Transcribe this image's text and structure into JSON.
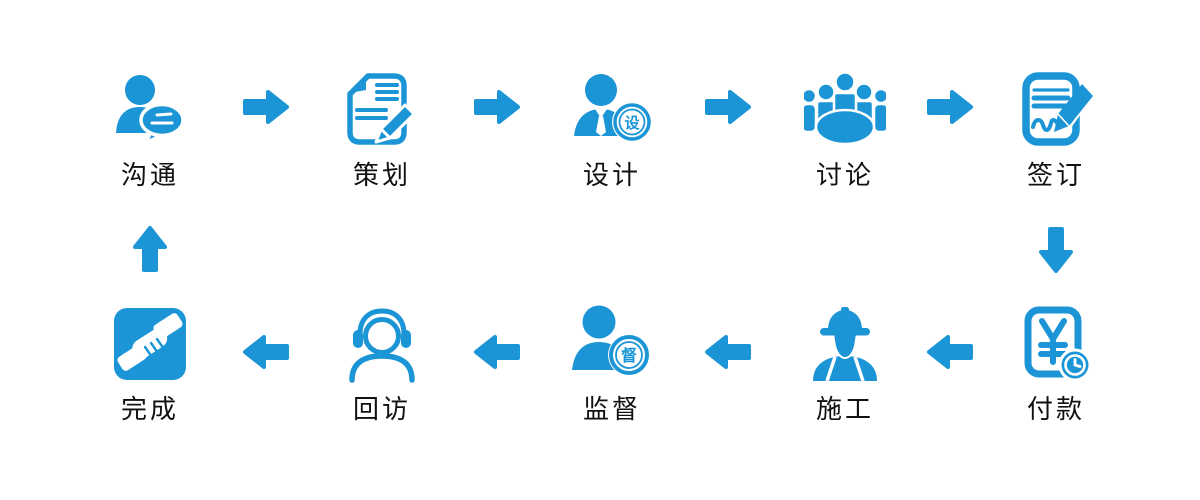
{
  "diagram": {
    "type": "process-flow",
    "colors": {
      "primary": "#1b95d6",
      "label_text": "#111111",
      "background": "#ffffff",
      "icon_contrast": "#ffffff"
    },
    "steps": [
      {
        "order": 1,
        "label": "沟通",
        "icon": "communication-icon"
      },
      {
        "order": 2,
        "label": "策划",
        "icon": "planning-icon"
      },
      {
        "order": 3,
        "label": "设计",
        "icon": "design-icon",
        "badge": "设"
      },
      {
        "order": 4,
        "label": "讨论",
        "icon": "discussion-icon"
      },
      {
        "order": 5,
        "label": "签订",
        "icon": "contract-sign-icon"
      },
      {
        "order": 6,
        "label": "付款",
        "icon": "payment-icon",
        "symbol": "¥"
      },
      {
        "order": 7,
        "label": "施工",
        "icon": "construction-icon"
      },
      {
        "order": 8,
        "label": "监督",
        "icon": "supervision-icon",
        "badge": "督"
      },
      {
        "order": 9,
        "label": "回访",
        "icon": "follow-up-icon"
      },
      {
        "order": 10,
        "label": "完成",
        "icon": "completion-icon"
      }
    ],
    "arrow_directions": [
      "right",
      "right",
      "right",
      "right",
      "down",
      "left",
      "left",
      "left",
      "left",
      "up"
    ],
    "layout_note": "top row left-to-right: steps 1-5; bottom row right-to-left: steps 6-10; cycle closes with up arrow"
  }
}
